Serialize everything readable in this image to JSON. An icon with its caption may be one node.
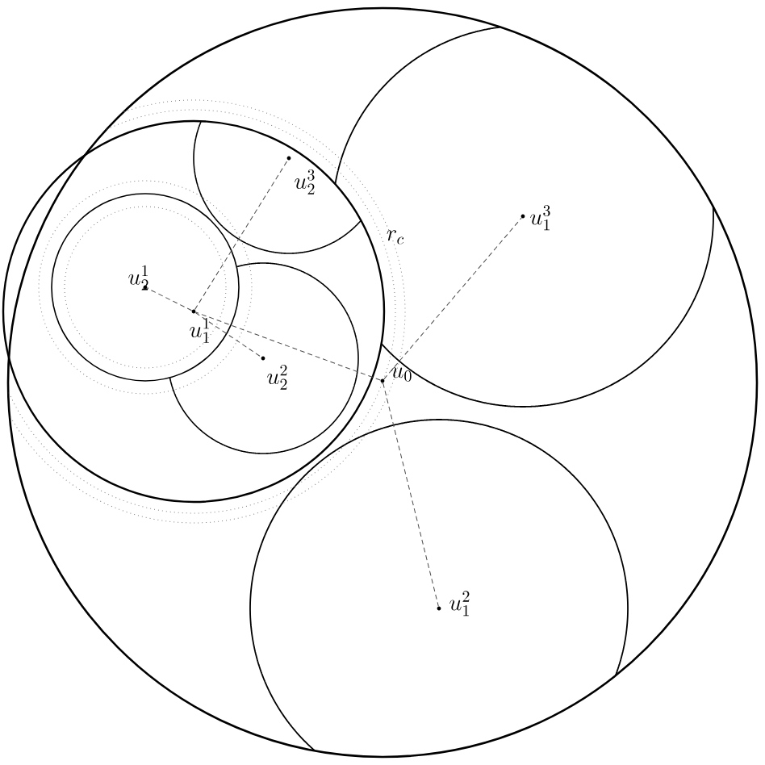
{
  "diagram": {
    "nodes": [
      {
        "text": [
          "u_2^3"
        ]
      },
      {
        "text": [
          "u_1^3"
        ]
      },
      {
        "text": [
          "u_2^1"
        ]
      },
      {
        "text": [
          "u_1^1"
        ]
      },
      {
        "text": [
          "u_2^2"
        ]
      },
      {
        "text": [
          "u_0"
        ]
      },
      {
        "text": [
          "u_1^2"
        ]
      }
    ],
    "edges": [
      {
        "from": 5,
        "to": 1,
        "arrow": "none",
        "style": "dashed"
      },
      {
        "from": 5,
        "to": 6,
        "arrow": "none",
        "style": "dashed"
      },
      {
        "from": 5,
        "to": 3,
        "arrow": "none",
        "style": "dashed"
      },
      {
        "from": 3,
        "to": 2,
        "arrow": "none",
        "style": "dashed"
      },
      {
        "from": 3,
        "to": 4,
        "arrow": "none",
        "style": "dashed"
      },
      {
        "from": 3,
        "to": 0,
        "arrow": "none",
        "style": "dashed"
      }
    ],
    "labels": [
      "r_c"
    ]
  }
}
